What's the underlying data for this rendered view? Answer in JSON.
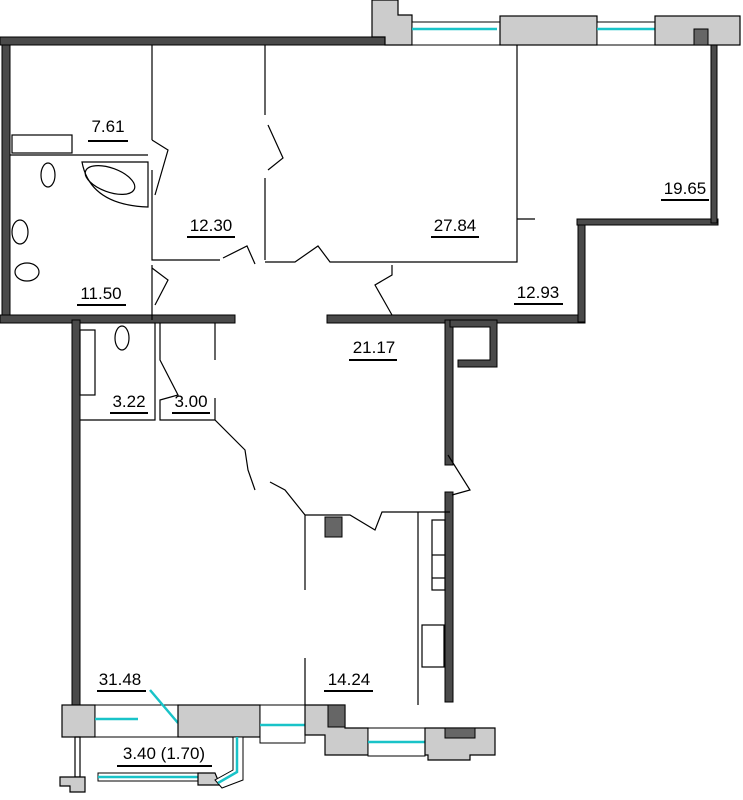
{
  "plan": {
    "rooms": [
      {
        "id": "bathroom",
        "area": "7.61"
      },
      {
        "id": "bedroom-1",
        "area": "12.30"
      },
      {
        "id": "living-room",
        "area": "27.84"
      },
      {
        "id": "bedroom-2",
        "area": "19.65"
      },
      {
        "id": "dressing-room",
        "area": "11.50"
      },
      {
        "id": "hall-right",
        "area": "12.93"
      },
      {
        "id": "hallway",
        "area": "21.17"
      },
      {
        "id": "storage",
        "area": "3.22"
      },
      {
        "id": "toilet",
        "area": "3.00"
      },
      {
        "id": "dining-room",
        "area": "31.48"
      },
      {
        "id": "kitchen",
        "area": "14.24"
      },
      {
        "id": "balcony",
        "area": "3.40 (1.70)"
      }
    ],
    "colors": {
      "wall": "#4a4a4a",
      "pier": "#cccccc",
      "glass": "#19c3c8"
    }
  }
}
